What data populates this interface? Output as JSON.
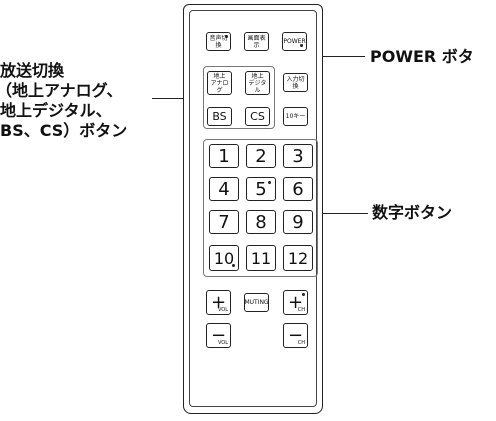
{
  "labels": {
    "input_switch": [
      "放送切換",
      "（地上アナログ、",
      "地上デジタル、",
      "BS、CS）ボタン"
    ],
    "power": "POWER ボタ",
    "number": "数字ボタン"
  },
  "buttons": {
    "audio_switch": "音声切換",
    "screen_display": "画面表示",
    "power": "POWER",
    "terrestrial_analog": [
      "地上",
      "アナログ"
    ],
    "terrestrial_digital": [
      "地上",
      "デジタル"
    ],
    "input_switch": "入力切換",
    "bs": "BS",
    "cs": "CS",
    "ten_key": "10キー",
    "numbers": [
      "1",
      "2",
      "3",
      "4",
      "5",
      "6",
      "7",
      "8",
      "9",
      "10",
      "11",
      "12"
    ],
    "vol": "VOL",
    "muting": "MUTING",
    "ch": "CH",
    "plus": "+",
    "minus": "−"
  }
}
